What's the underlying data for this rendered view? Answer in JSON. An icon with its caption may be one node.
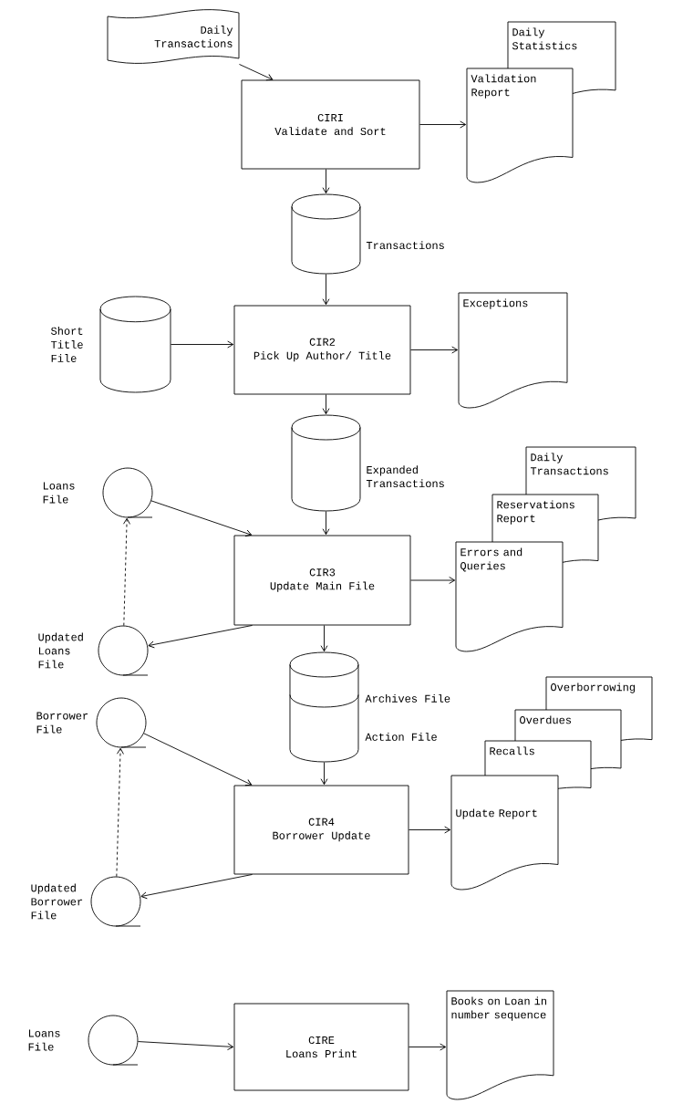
{
  "diagram": {
    "nodes": [
      {
        "text": [
          "Daily Transactions"
        ]
      },
      {
        "text": [
          "CIRI",
          "Validate and Sort"
        ]
      },
      {
        "text": [
          "Daily Statistics"
        ]
      },
      {
        "text": [
          "Validation Report"
        ]
      },
      {
        "text": [
          "Transactions"
        ]
      },
      {
        "text": [
          "Short Title File"
        ]
      },
      {
        "text": [
          "CIR2",
          "Pick Up Author/ Title"
        ]
      },
      {
        "text": [
          "Exceptions"
        ]
      },
      {
        "text": [
          "Expanded Transactions"
        ]
      },
      {
        "text": [
          "Loans File"
        ]
      },
      {
        "text": [
          "Daily Transactions"
        ]
      },
      {
        "text": [
          "Reservations Report"
        ]
      },
      {
        "text": [
          "CIR3",
          "Update Main File"
        ]
      },
      {
        "text": [
          "Errors and Queries"
        ]
      },
      {
        "text": [
          "Updated Loans File"
        ]
      },
      {
        "text": [
          "Archives File",
          "Action File"
        ]
      },
      {
        "text": [
          "Overborrowing"
        ]
      },
      {
        "text": [
          "Overdues"
        ]
      },
      {
        "text": [
          "Borrower File"
        ]
      },
      {
        "text": [
          "Recalls"
        ]
      },
      {
        "text": [
          "CIR4",
          "Borrower Update"
        ]
      },
      {
        "text": [
          "Update Report"
        ]
      },
      {
        "text": [
          "Updated Borrower File"
        ]
      },
      {
        "text": [
          "Loans File"
        ]
      },
      {
        "text": [
          "CIRE",
          "Loans Print"
        ]
      },
      {
        "text": [
          "Books on Loan in number sequence"
        ]
      }
    ],
    "edges": [
      {
        "from": 0,
        "to": 1,
        "arrow": "to"
      },
      {
        "from": 1,
        "to": 3,
        "arrow": "to"
      },
      {
        "from": 1,
        "to": 4,
        "arrow": "to"
      },
      {
        "from": 4,
        "to": 6,
        "arrow": "to"
      },
      {
        "from": 5,
        "to": 6,
        "arrow": "to"
      },
      {
        "from": 6,
        "to": 7,
        "arrow": "to"
      },
      {
        "from": 6,
        "to": 8,
        "arrow": "to"
      },
      {
        "from": 8,
        "to": 12,
        "arrow": "to"
      },
      {
        "from": 9,
        "to": 12,
        "arrow": "to"
      },
      {
        "from": 14,
        "to": 9,
        "arrow": "to",
        "style": "dashed"
      },
      {
        "from": 12,
        "to": 13,
        "arrow": "to"
      },
      {
        "from": 12,
        "to": 14,
        "arrow": "to"
      },
      {
        "from": 12,
        "to": 15,
        "arrow": "to"
      },
      {
        "from": 15,
        "to": 20,
        "arrow": "to"
      },
      {
        "from": 18,
        "to": 20,
        "arrow": "to"
      },
      {
        "from": 22,
        "to": 18,
        "arrow": "to",
        "style": "dashed"
      },
      {
        "from": 20,
        "to": 21,
        "arrow": "to"
      },
      {
        "from": 20,
        "to": 22,
        "arrow": "to"
      },
      {
        "from": 23,
        "to": 24,
        "arrow": "to"
      },
      {
        "from": 24,
        "to": 25,
        "arrow": "to"
      }
    ]
  }
}
